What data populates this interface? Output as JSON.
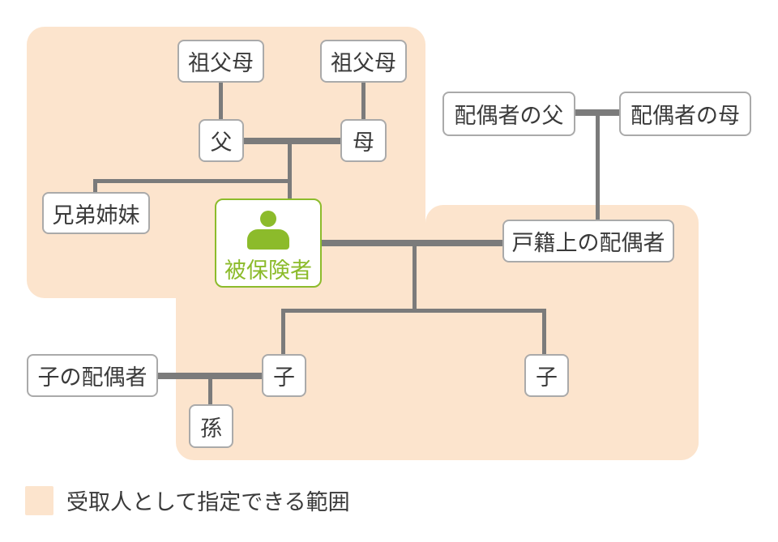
{
  "diagram": {
    "title": "beneficiary-designation-family-tree",
    "nodes": {
      "grandparents_left": {
        "label": "祖父母"
      },
      "grandparents_right": {
        "label": "祖父母"
      },
      "father": {
        "label": "父"
      },
      "mother": {
        "label": "母"
      },
      "siblings": {
        "label": "兄弟姉妹"
      },
      "insured": {
        "label": "被保険者",
        "icon": "person-icon"
      },
      "spouse_father": {
        "label": "配偶者の父"
      },
      "spouse_mother": {
        "label": "配偶者の母"
      },
      "legal_spouse": {
        "label": "戸籍上の配偶者"
      },
      "child_spouse": {
        "label": "子の配偶者"
      },
      "child_left": {
        "label": "子"
      },
      "child_right": {
        "label": "子"
      },
      "grandchild": {
        "label": "孫"
      }
    },
    "legend": {
      "label": "受取人として指定できる範囲",
      "swatch_color": "#fce4cd"
    },
    "colors": {
      "highlight_area": "#fce4cd",
      "connector_line": "#7b7b7b",
      "node_border": "#aaaaaa",
      "accent_green": "#8cbb2b",
      "text": "#3a3a3a"
    }
  }
}
